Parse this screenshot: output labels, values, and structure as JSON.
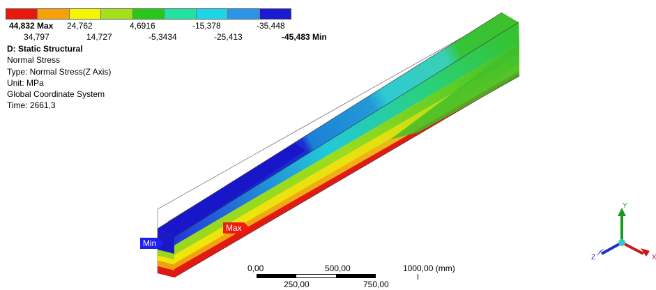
{
  "legend": {
    "colors": [
      "#e8180f",
      "#f6a10a",
      "#f5f500",
      "#a3e019",
      "#27c81a",
      "#22e2a1",
      "#1bd6e8",
      "#2a95e8",
      "#1b1bd1"
    ],
    "top_labels": [
      "44,832 Max",
      "24,762",
      "4,6916",
      "-15,378",
      "-35,448"
    ],
    "bottom_labels": [
      "34,797",
      "14,727",
      "-5,3434",
      "-25,413",
      "-45,483 Min"
    ]
  },
  "info": {
    "title": "D: Static Structural",
    "result": "Normal Stress",
    "type": "Type: Normal Stress(Z Axis)",
    "unit": "Unit: MPa",
    "coordinate_system": "Global Coordinate System",
    "time": "Time: 2661,3"
  },
  "probes": {
    "min_label": "Min",
    "max_label": "Max"
  },
  "scale": {
    "top_labels": [
      "0,00",
      "500,00",
      "1000,00 (mm)"
    ],
    "bottom_labels": [
      "250,00",
      "750,00"
    ]
  },
  "triad": {
    "x_label": "X",
    "y_label": "Y",
    "z_label": "Z"
  }
}
